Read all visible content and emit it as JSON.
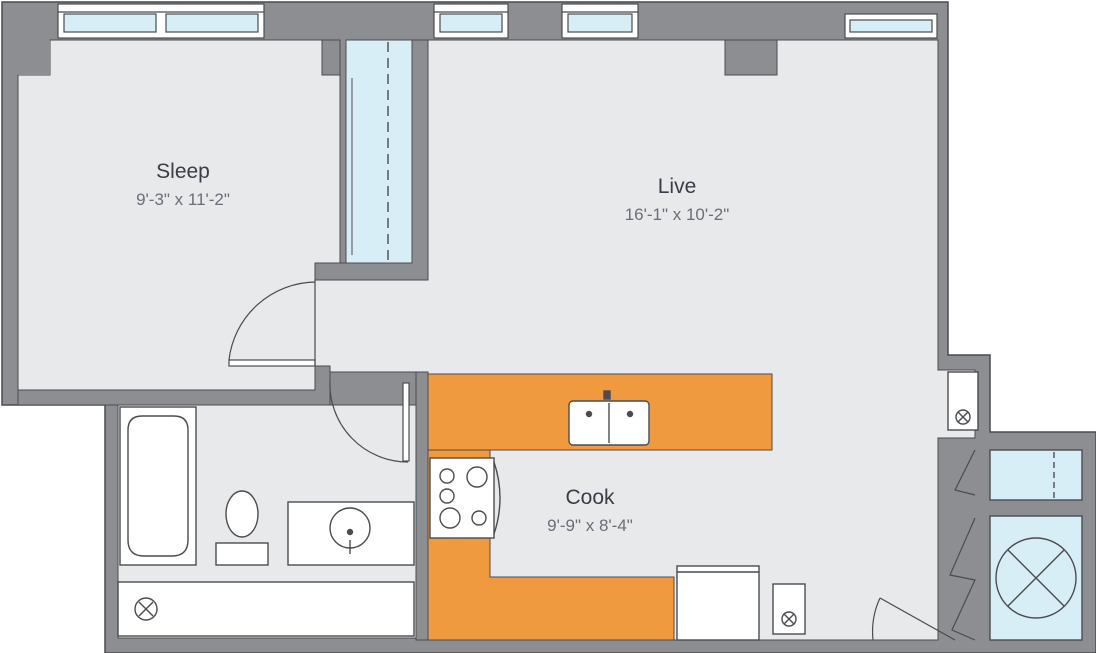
{
  "rooms": [
    {
      "name": "Sleep",
      "dimensions": "9'-3\" x 11'-2\""
    },
    {
      "name": "Live",
      "dimensions": "16'-1\" x 10'-2\""
    },
    {
      "name": "Cook",
      "dimensions": "9'-9\" x 8'-4\""
    }
  ],
  "colors": {
    "wall": "#8d8e92",
    "wall_outline": "#4b4c50",
    "floor": "#e8e9eb",
    "counter": "#ef9a3e",
    "glass": "#d8eef7",
    "fixture": "#ffffff"
  },
  "icons": [
    "window-icon",
    "closet-icon",
    "door-swing-icon",
    "sink-icon",
    "stove-icon",
    "bathtub-icon",
    "toilet-icon",
    "vanity-icon",
    "refrigerator-icon",
    "washer-icon",
    "dryer-icon",
    "mechanical-icon",
    "fan-icon"
  ]
}
